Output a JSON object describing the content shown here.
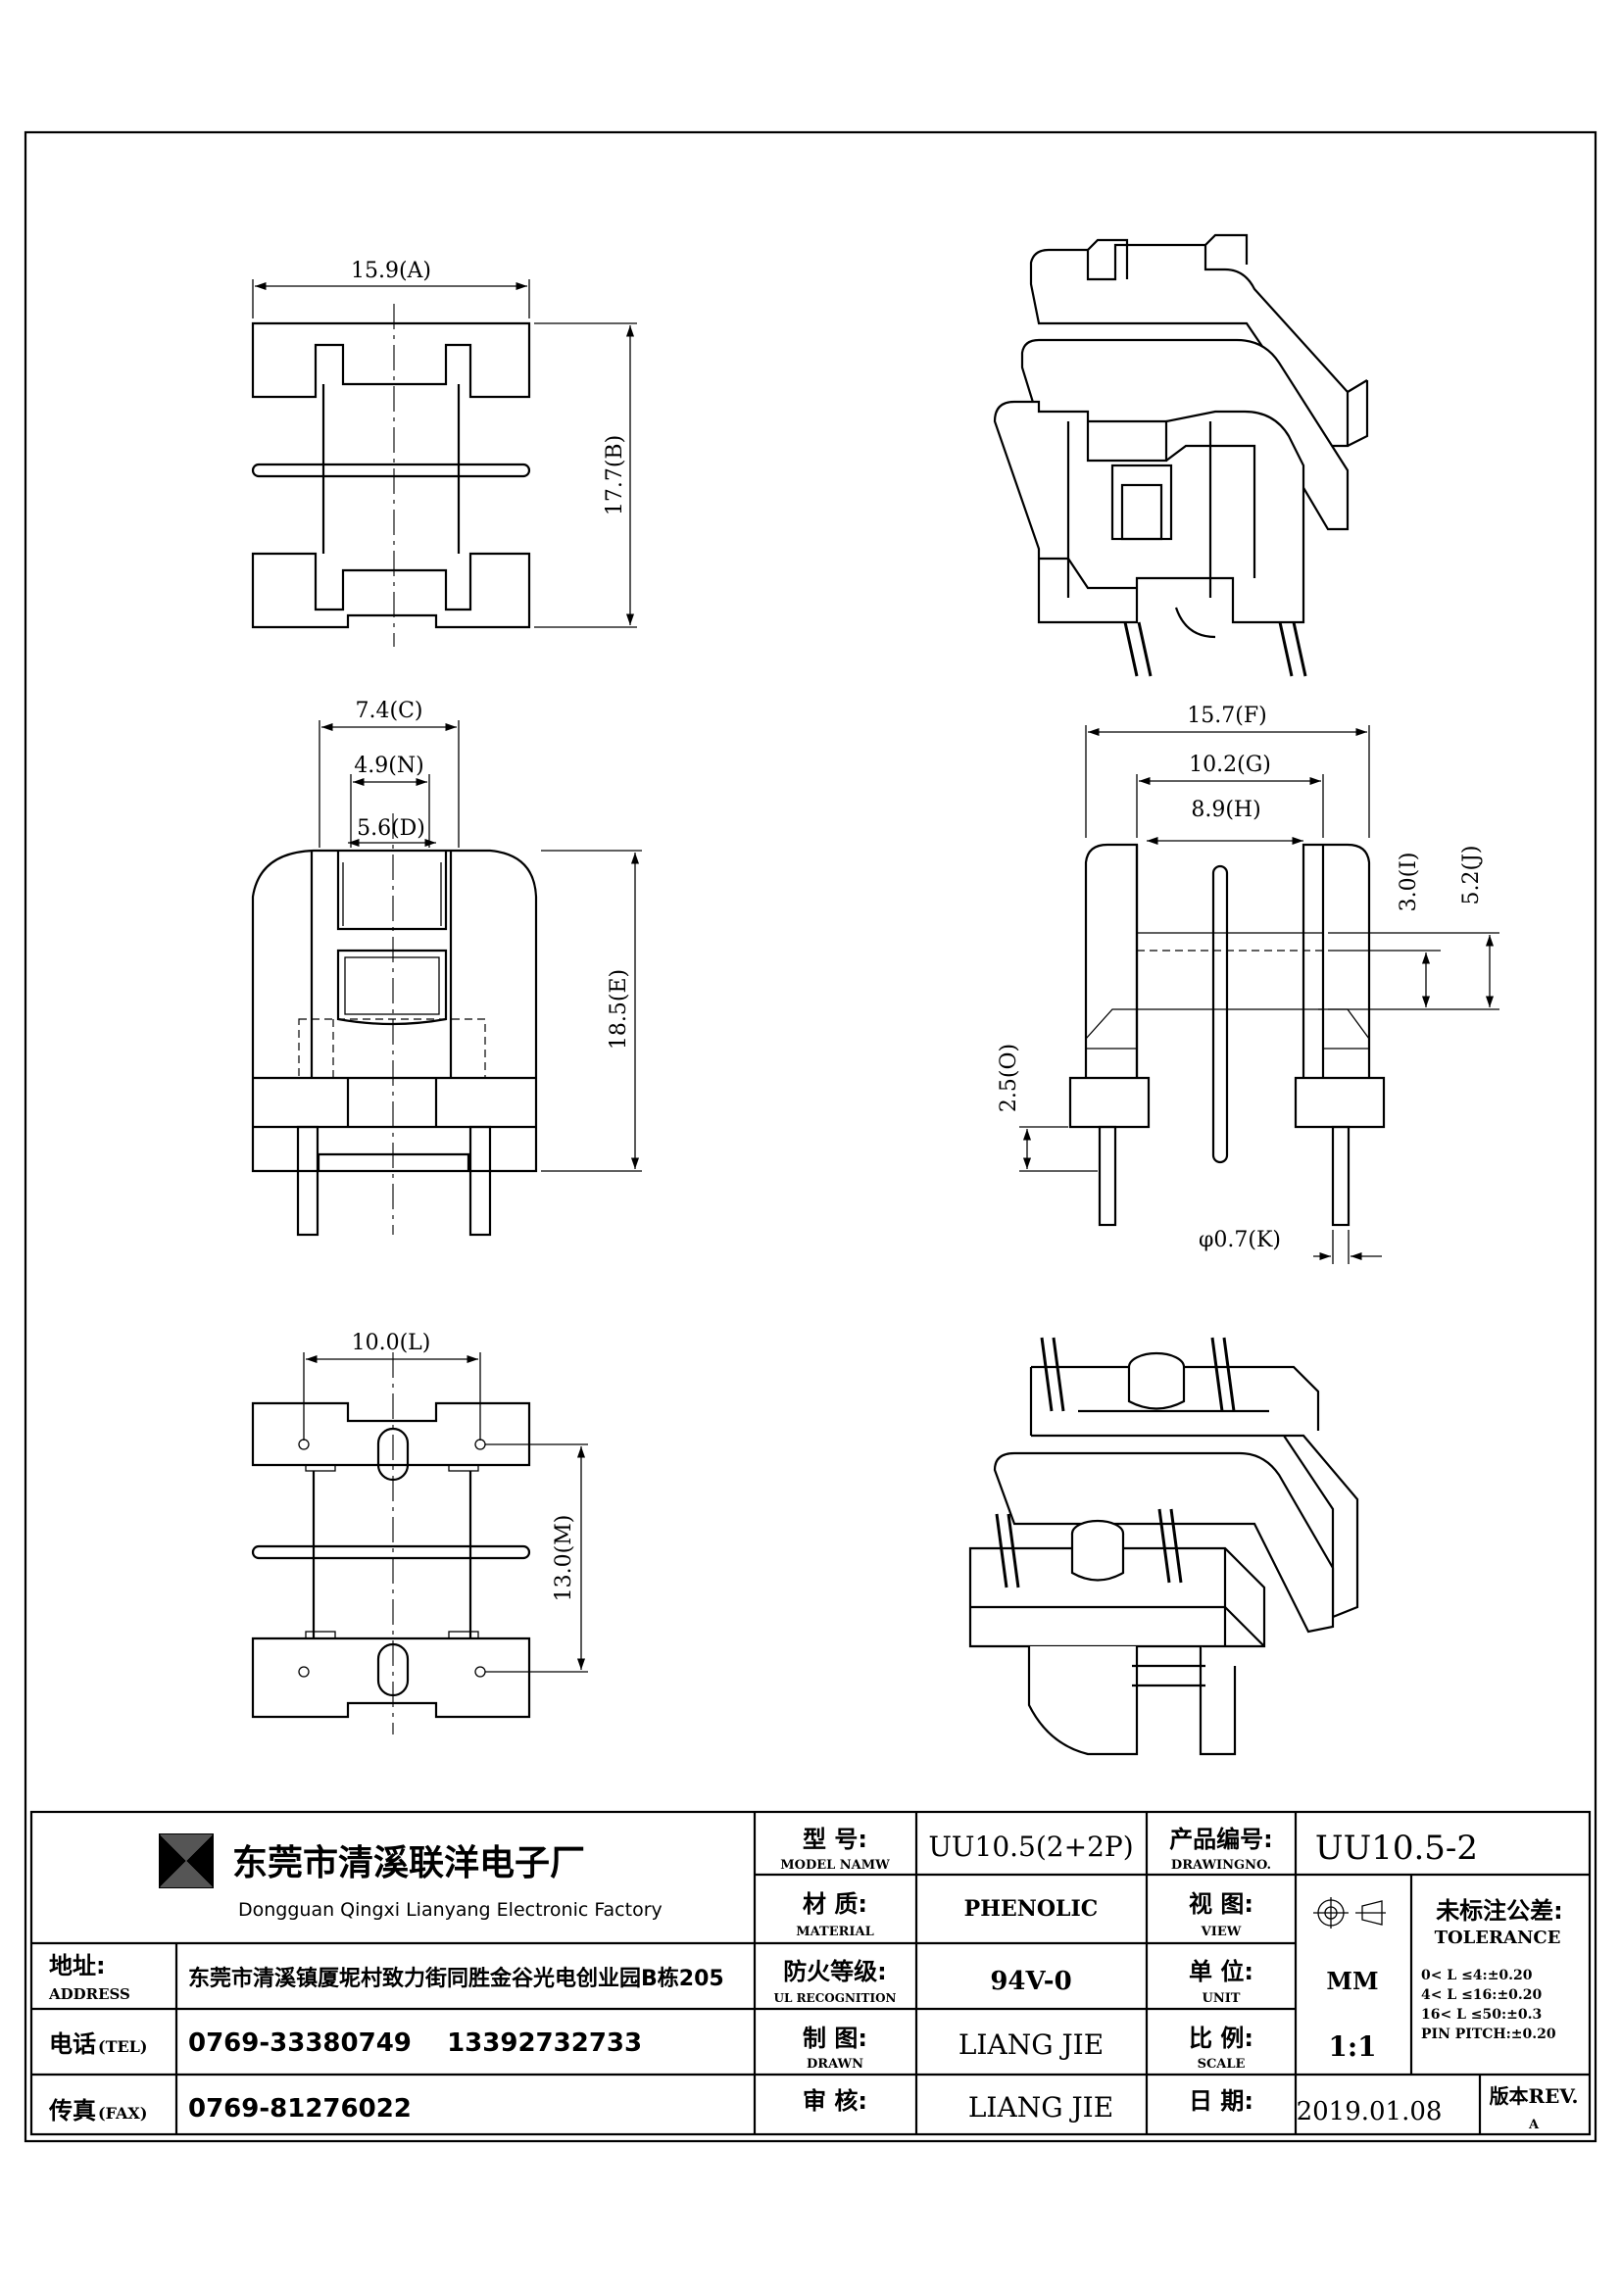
{
  "dimensions": {
    "A": "15.9(A)",
    "B": "17.7(B)",
    "C": "7.4(C)",
    "N": "4.9(N)",
    "D": "5.6(D)",
    "E": "18.5(E)",
    "F": "15.7(F)",
    "G": "10.2(G)",
    "H": "8.9(H)",
    "I": "3.0(I)",
    "J": "5.2(J)",
    "O": "2.5(O)",
    "K": "φ0.7(K)",
    "L": "10.0(L)",
    "M": "13.0(M)"
  },
  "title_block": {
    "company_cn": "东莞市清溪联洋电子厂",
    "company_en": "Dongguan Qingxi Lianyang Electronic Factory",
    "address_label_cn": "地址:",
    "address_label_en": "ADDRESS",
    "address": "东莞市清溪镇厦坭村致力街同胜金谷光电创业园B栋205",
    "tel_label_cn": "电话",
    "tel_label_en": "(TEL)",
    "tel": "0769-33380749    13392732733",
    "fax_label_cn": "传真",
    "fax_label_en": "(FAX)",
    "fax": "0769-81276022",
    "model_label_cn": "型 号:",
    "model_label_en": "MODEL NAMW",
    "model": "UU10.5(2+2P)",
    "drawing_no_label_cn": "产品编号:",
    "drawing_no_label_en": "DRAWINGNO.",
    "drawing_no": "UU10.5-2",
    "material_label_cn": "材 质:",
    "material_label_en": "MATERIAL",
    "material": "PHENOLIC",
    "view_label_cn": "视 图:",
    "view_label_en": "VIEW",
    "ul_label_cn": "防火等级:",
    "ul_label_en": "UL RECOGNITION",
    "ul": "94V-0",
    "unit_label_cn": "单 位:",
    "unit_label_en": "UNIT",
    "unit": "MM",
    "drawn_label_cn": "制 图:",
    "drawn_label_en": "DRAWN",
    "drawn": "LIANG JIE",
    "scale_label_cn": "比 例:",
    "scale_label_en": "SCALE",
    "scale": "1:1",
    "approved_label_cn": "审 核:",
    "approved": "LIANG JIE",
    "date_label_cn": "日 期:",
    "date": "2019.01.08",
    "rev_label": "版本REV.",
    "rev": "A",
    "tolerance_label_cn": "未标注公差:",
    "tolerance_label_en": "TOLERANCE",
    "tolerance_lines": [
      "0< L ≤4:±0.20",
      "4< L ≤16:±0.20",
      "16< L ≤50:±0.3",
      "PIN PITCH:±0.20"
    ]
  }
}
